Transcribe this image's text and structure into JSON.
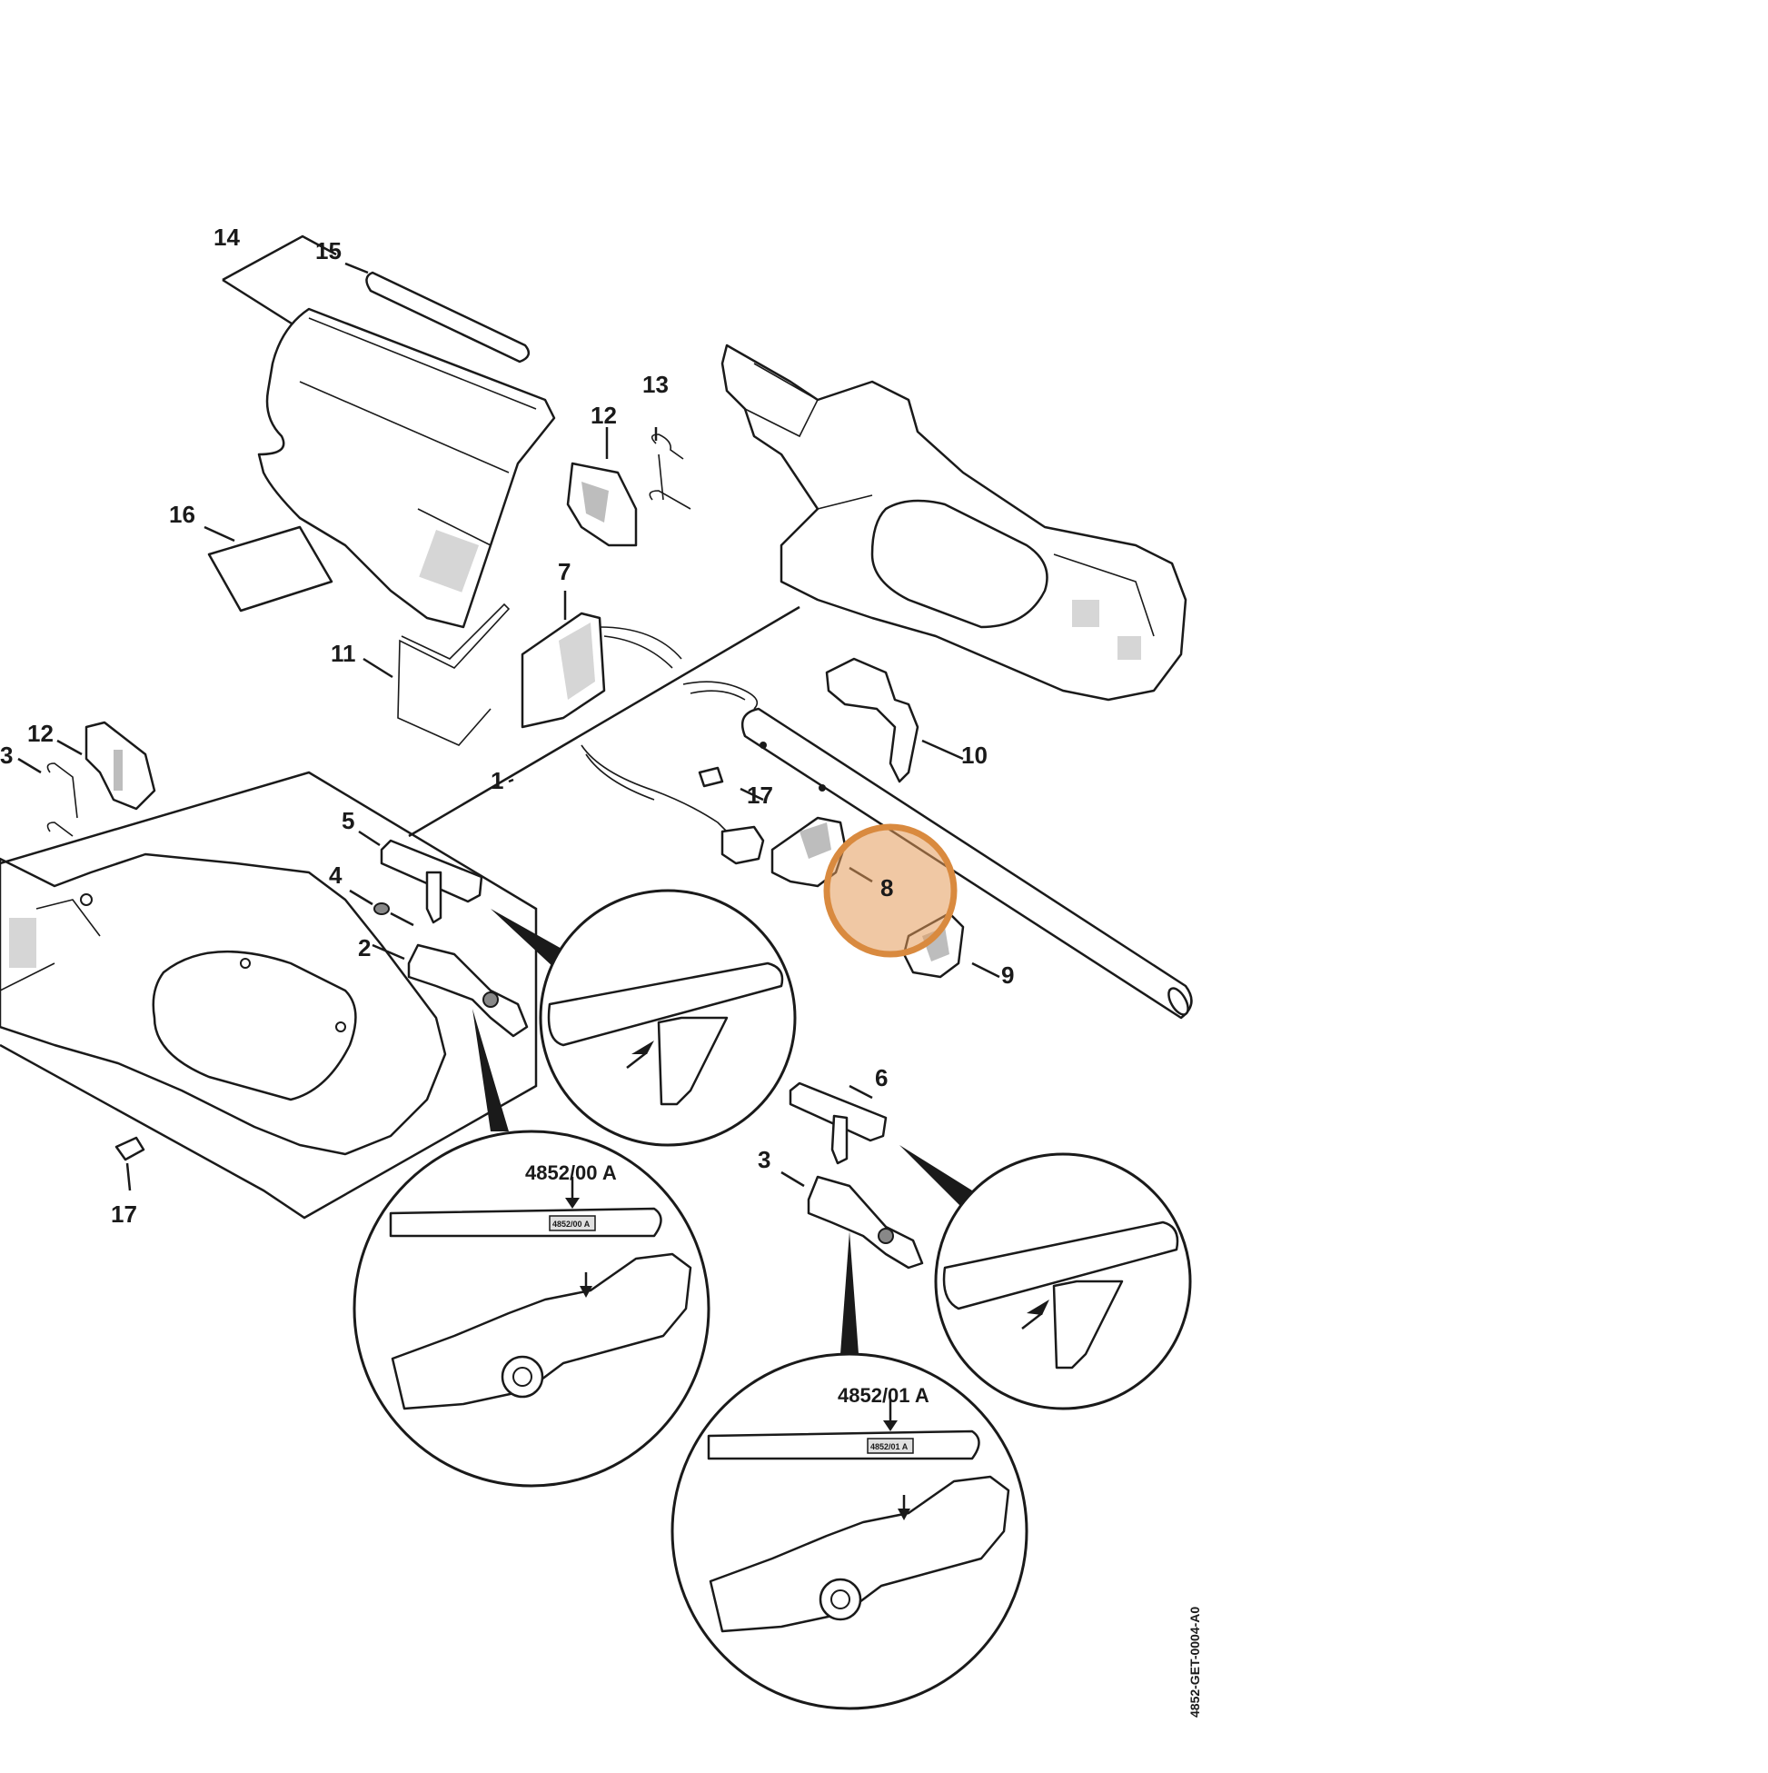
{
  "callouts": [
    {
      "id": "c14",
      "label": "14"
    },
    {
      "id": "c15",
      "label": "15"
    },
    {
      "id": "c16",
      "label": "16"
    },
    {
      "id": "c13a",
      "label": "13"
    },
    {
      "id": "c12a",
      "label": "12"
    },
    {
      "id": "c7",
      "label": "7"
    },
    {
      "id": "c11",
      "label": "11"
    },
    {
      "id": "c12b",
      "label": "12"
    },
    {
      "id": "c3a",
      "label": "3"
    },
    {
      "id": "c1",
      "label": "1"
    },
    {
      "id": "c5",
      "label": "5"
    },
    {
      "id": "c4",
      "label": "4"
    },
    {
      "id": "c2",
      "label": "2"
    },
    {
      "id": "c17a",
      "label": "17"
    },
    {
      "id": "c17b",
      "label": "17"
    },
    {
      "id": "c10",
      "label": "10"
    },
    {
      "id": "c8",
      "label": "8"
    },
    {
      "id": "c9",
      "label": "9"
    },
    {
      "id": "c6",
      "label": "6"
    },
    {
      "id": "c3b",
      "label": "3"
    }
  ],
  "details": {
    "marking_a": "4852/00 A",
    "marking_a_small": "4852/00 A",
    "marking_b": "4852/01 A",
    "marking_b_small": "4852/01 A"
  },
  "drawing_number": "4852-GET-0004-A0",
  "highlight": {
    "part": "8",
    "color": "#e39a5a"
  }
}
